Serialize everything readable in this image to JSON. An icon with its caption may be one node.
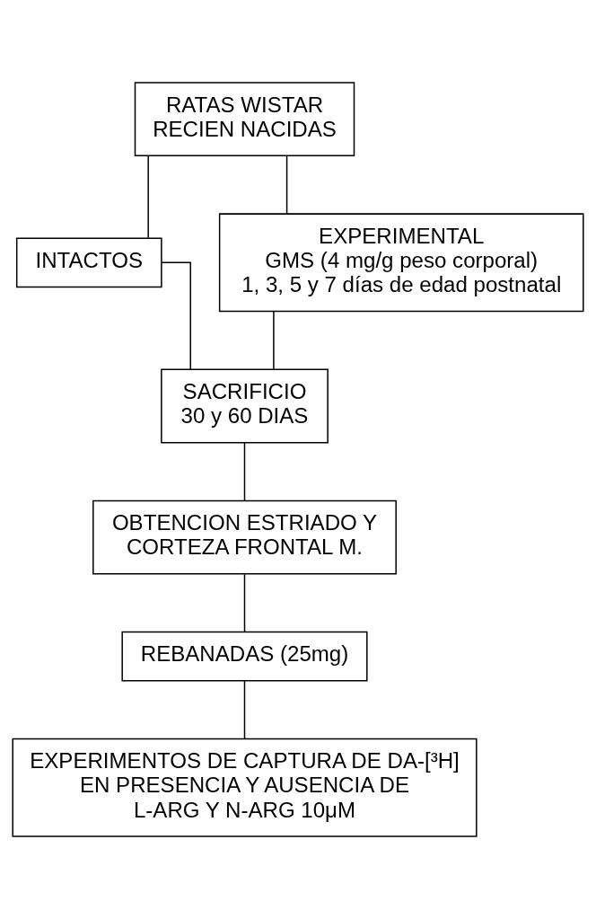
{
  "diagram": {
    "nodes": [
      {
        "text": [
          "RATAS WISTAR RECIEN NACIDAS"
        ]
      },
      {
        "text": [
          "INTACTOS"
        ]
      },
      {
        "text": [
          "EXPERIMENTAL",
          "GMS (4 mg/g peso corporal)",
          "1, 3, 5 y 7 días de edad postnatal"
        ]
      },
      {
        "text": [
          "SACRIFICIO",
          "30 y 60 DIAS"
        ]
      },
      {
        "text": [
          "OBTENCION ESTRIADO Y CORTEZA FRONTAL M."
        ]
      },
      {
        "text": [
          "REBANADAS (25mg)"
        ]
      },
      {
        "text": [
          "EXPERIMENTOS DE CAPTURA DE DA-[³H] EN PRESENCIA Y AUSENCIA DE L-ARG Y N-ARG 10μM"
        ]
      }
    ],
    "edges": [
      {
        "from": 0,
        "to": 1,
        "arrow": "none"
      },
      {
        "from": 0,
        "to": 2,
        "arrow": "none"
      },
      {
        "from": 1,
        "to": 3,
        "arrow": "none"
      },
      {
        "from": 2,
        "to": 3,
        "arrow": "none"
      },
      {
        "from": 3,
        "to": 4,
        "arrow": "none"
      },
      {
        "from": 4,
        "to": 5,
        "arrow": "none"
      },
      {
        "from": 5,
        "to": 6,
        "arrow": "none"
      }
    ]
  }
}
